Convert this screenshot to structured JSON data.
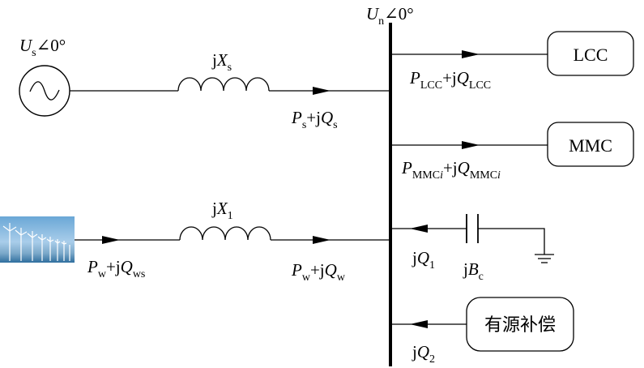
{
  "bus": {
    "voltage": {
      "sym": "U",
      "sub": "n",
      "angle": "∠0°"
    }
  },
  "source": {
    "voltage": {
      "sym": "U",
      "sub": "s",
      "angle": "∠0°"
    },
    "reactance": {
      "pre": "j",
      "sym": "X",
      "sub": "s"
    },
    "flow": {
      "p": "P",
      "p_sub": "s",
      "mid": "+j",
      "q": "Q",
      "q_sub": "s"
    }
  },
  "wind": {
    "icon": "wind-turbines-icon",
    "reactance": {
      "pre": "j",
      "sym": "X",
      "sub": "1"
    },
    "flow_in": {
      "p": "P",
      "p_sub": "w",
      "mid": "+j",
      "q": "Q",
      "q_sub": "ws"
    },
    "flow_out": {
      "p": "P",
      "p_sub": "w",
      "mid": "+j",
      "q": "Q",
      "q_sub": "w"
    }
  },
  "lcc": {
    "label": "LCC",
    "flow": {
      "p": "P",
      "p_sub": "LCC",
      "mid": "+j",
      "q": "Q",
      "q_sub": "LCC"
    }
  },
  "mmc": {
    "label": "MMC",
    "flow": {
      "p": "P",
      "p_sub": "MMC",
      "p_sub_it": "i",
      "mid": "+j",
      "q": "Q",
      "q_sub": "MMC",
      "q_sub_it": "i"
    }
  },
  "capacitor": {
    "q": {
      "pre": "j",
      "sym": "Q",
      "sub": "1"
    },
    "b": {
      "pre": "j",
      "sym": "B",
      "sub": "c"
    }
  },
  "compensation": {
    "label": "有源补偿",
    "q": {
      "pre": "j",
      "sym": "Q",
      "sub": "2"
    }
  }
}
